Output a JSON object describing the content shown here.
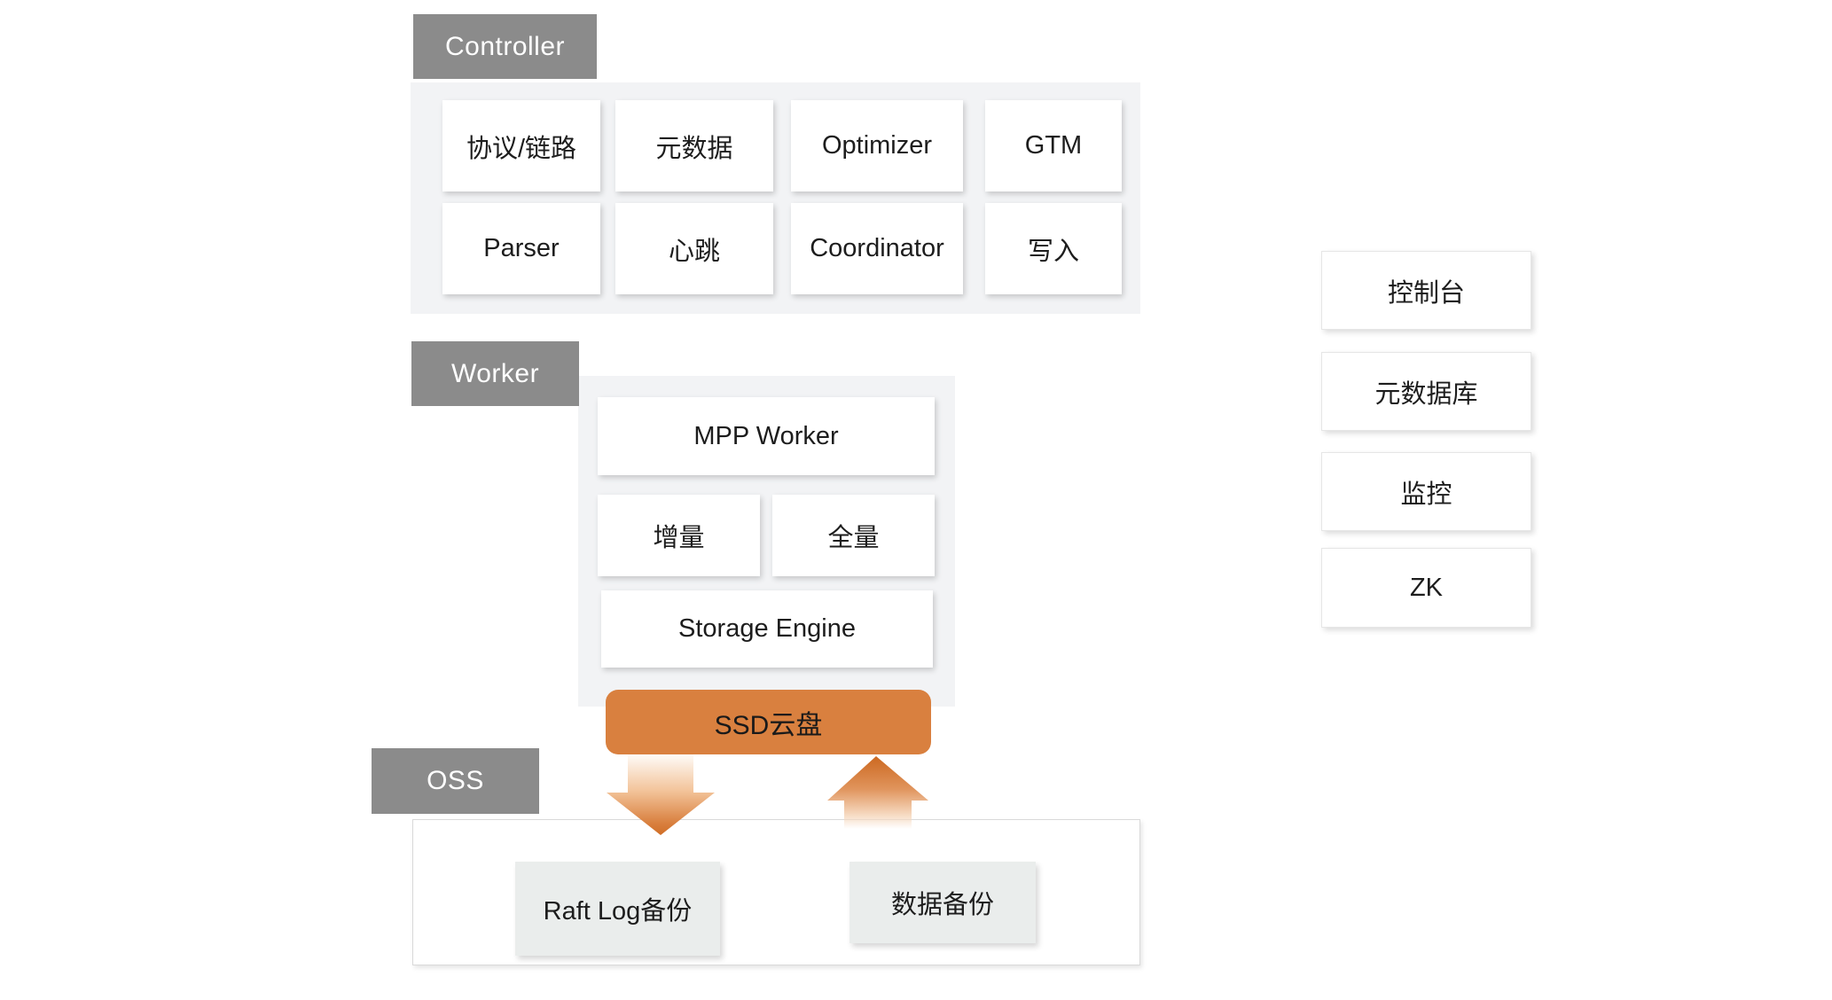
{
  "colors": {
    "section_label_bg": "#8b8b8b",
    "panel_bg": "#f2f3f5",
    "module_box_bg": "#ffffff",
    "ssd_bg": "#d9803f",
    "backup_box_bg": "#eaedec",
    "arrow_dark": "#d06e26",
    "arrow_light": "#fefbf8",
    "text": "#1d1d1d"
  },
  "controller": {
    "label": "Controller",
    "boxes": [
      "协议/链路",
      "元数据",
      "Optimizer",
      "GTM",
      "Parser",
      "心跳",
      "Coordinator",
      "写入"
    ]
  },
  "worker": {
    "label": "Worker",
    "mpp": "MPP Worker",
    "incremental": "增量",
    "full": "全量",
    "storage": "Storage Engine"
  },
  "ssd": {
    "label": "SSD云盘"
  },
  "oss": {
    "label": "OSS",
    "raft_backup": "Raft Log备份",
    "data_backup": "数据备份"
  },
  "side_panel": {
    "items": [
      "控制台",
      "元数据库",
      "监控",
      "ZK"
    ]
  }
}
